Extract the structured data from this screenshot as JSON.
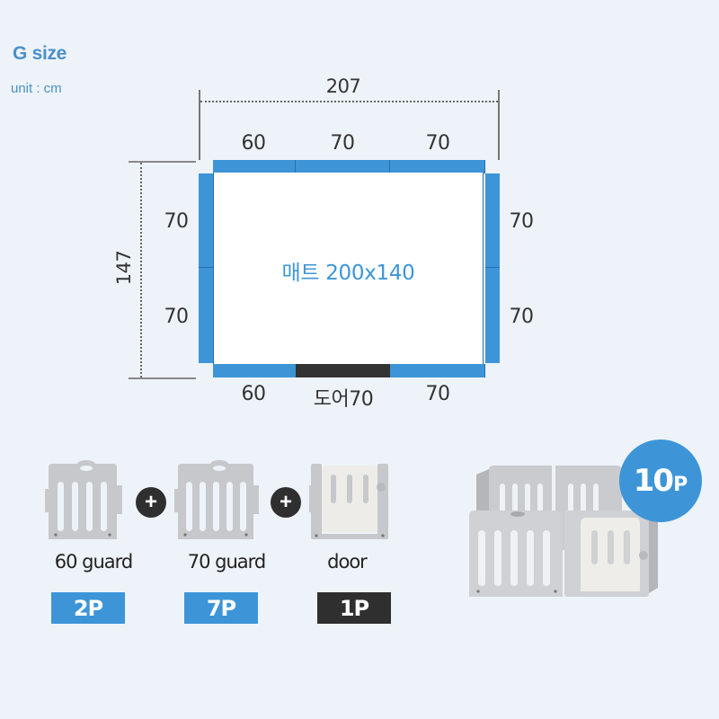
{
  "header": {
    "title": "G size",
    "unit": "unit : cm"
  },
  "diagram": {
    "total_width": "207",
    "total_height": "147",
    "top_segments": [
      "60",
      "70",
      "70"
    ],
    "bottom_segments": [
      "60",
      "도어70",
      "70"
    ],
    "left_segments": [
      "70",
      "70"
    ],
    "right_segments": [
      "70",
      "70"
    ],
    "mat_label": "매트 200x140",
    "colors": {
      "guard": "#3d95d8",
      "door": "#333333",
      "mat": "#ffffff",
      "label_blue": "#3d95d8"
    }
  },
  "components": [
    {
      "name": "60 guard",
      "qty": "2P",
      "badge_color": "#3d95d8"
    },
    {
      "name": "70 guard",
      "qty": "7P",
      "badge_color": "#3d95d8"
    },
    {
      "name": "door",
      "qty": "1P",
      "badge_color": "#2f2f2f"
    }
  ],
  "operators": [
    "+",
    "+"
  ],
  "total": {
    "count": "10",
    "suffix": "P"
  }
}
